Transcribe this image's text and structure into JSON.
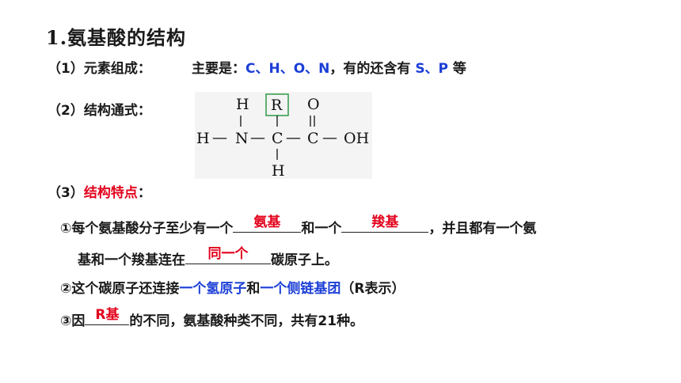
{
  "title": "1.氨基酸的结构",
  "composition": {
    "label": "（1）元素组成：",
    "prefix": "主要是：",
    "main_elements": "C、H、O、N",
    "middle": "，有的还含有 ",
    "extra_elements": "S、P",
    "suffix": " 等"
  },
  "formula": {
    "label": "（2）结构通式：",
    "atoms": {
      "h_top": "H",
      "r_group": "R",
      "o_top": "O",
      "h_left": "H",
      "n": "N",
      "c_alpha": "C",
      "c_carboxyl": "C",
      "oh": "OH",
      "h_bottom": "H"
    },
    "dashes": [
      "—",
      "—",
      "—",
      "—"
    ],
    "highlight_color": "#2e9a46"
  },
  "features": {
    "label_num": "（3）",
    "label_text": "结构特点",
    "label_colon": "：",
    "item1": {
      "p1": "①每个氨基酸分子至少有一个",
      "ans1": "氨基",
      "p2": "和一个",
      "ans2": "羧基",
      "p3": "，并且都有一个氨",
      "p4": "基和一个羧基连在",
      "ans3": "同一个",
      "p5": "碳原子上。"
    },
    "item2": {
      "p1": "②这个碳原子还连接",
      "b1": "一个氢原子",
      "p2": "和",
      "b2": "一个侧链基团",
      "p3": "（R表示）"
    },
    "item3": {
      "p1": "③因",
      "ans1": "R基",
      "p2": "的不同，氨基酸种类不同，共有21种。"
    }
  },
  "colors": {
    "blue": "#1c3fd6",
    "red": "#e3001b",
    "text": "#1a1a1a"
  }
}
